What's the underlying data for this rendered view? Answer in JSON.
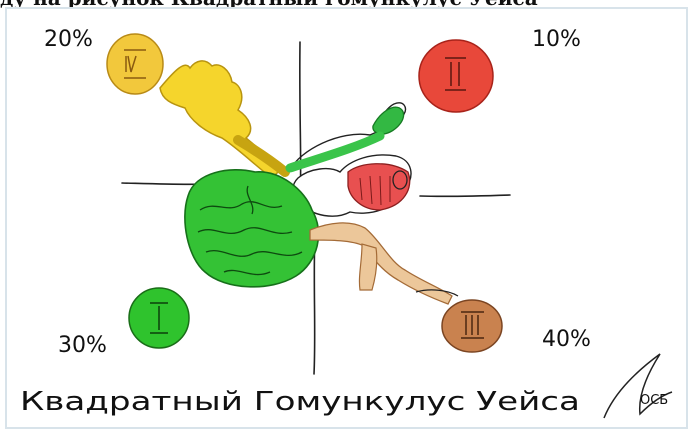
{
  "header": {
    "title_clipped": "ду на рисунок Квадратный гомункулус Уейса"
  },
  "quadrants": {
    "top_left": {
      "percent": "20%",
      "numeral": "IV",
      "color": "#f2cf4a"
    },
    "top_right": {
      "percent": "10%",
      "numeral": "II",
      "color": "#e84a3a"
    },
    "bottom_left": {
      "percent": "30%",
      "numeral": "I",
      "color": "#2fbf2a"
    },
    "bottom_right": {
      "percent": "40%",
      "numeral": "III",
      "color": "#c98455"
    }
  },
  "caption": "Квадратный Гомункулус Уейса",
  "signature": "ОСБ"
}
